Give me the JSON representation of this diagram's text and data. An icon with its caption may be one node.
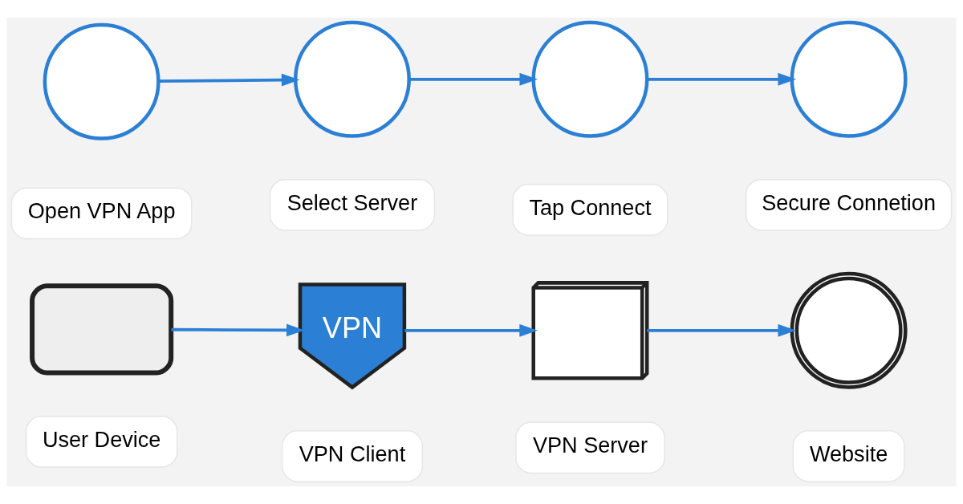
{
  "diagram": {
    "nodes": [
      {
        "text": [],
        "shape": "circle",
        "beside": [
          "Open VPN App"
        ]
      },
      {
        "text": [],
        "shape": "circle",
        "beside": [
          "Select Server"
        ]
      },
      {
        "text": [],
        "shape": "circle",
        "beside": [
          "Tap Connect"
        ]
      },
      {
        "text": [],
        "shape": "circle",
        "beside": [
          "Secure Connetion"
        ]
      },
      {
        "text": [],
        "shape": "laptop",
        "beside": [
          "User Device"
        ]
      },
      {
        "text": [
          "VPN"
        ],
        "beside": [
          "VPN Client"
        ]
      },
      {
        "text": [],
        "shape": "server",
        "beside": [
          "VPN Server"
        ]
      },
      {
        "text": [],
        "shape": "globe",
        "beside": [
          "Website"
        ]
      }
    ],
    "edges": [
      {
        "from": 0,
        "to": 1,
        "arrow": "to"
      },
      {
        "from": 1,
        "to": 2,
        "arrow": "to"
      },
      {
        "from": 2,
        "to": 3,
        "arrow": "to"
      },
      {
        "from": 4,
        "to": 5,
        "arrow": "to"
      },
      {
        "from": 5,
        "to": 6,
        "arrow": "to"
      },
      {
        "from": 6,
        "to": 7,
        "arrow": "to"
      }
    ]
  }
}
